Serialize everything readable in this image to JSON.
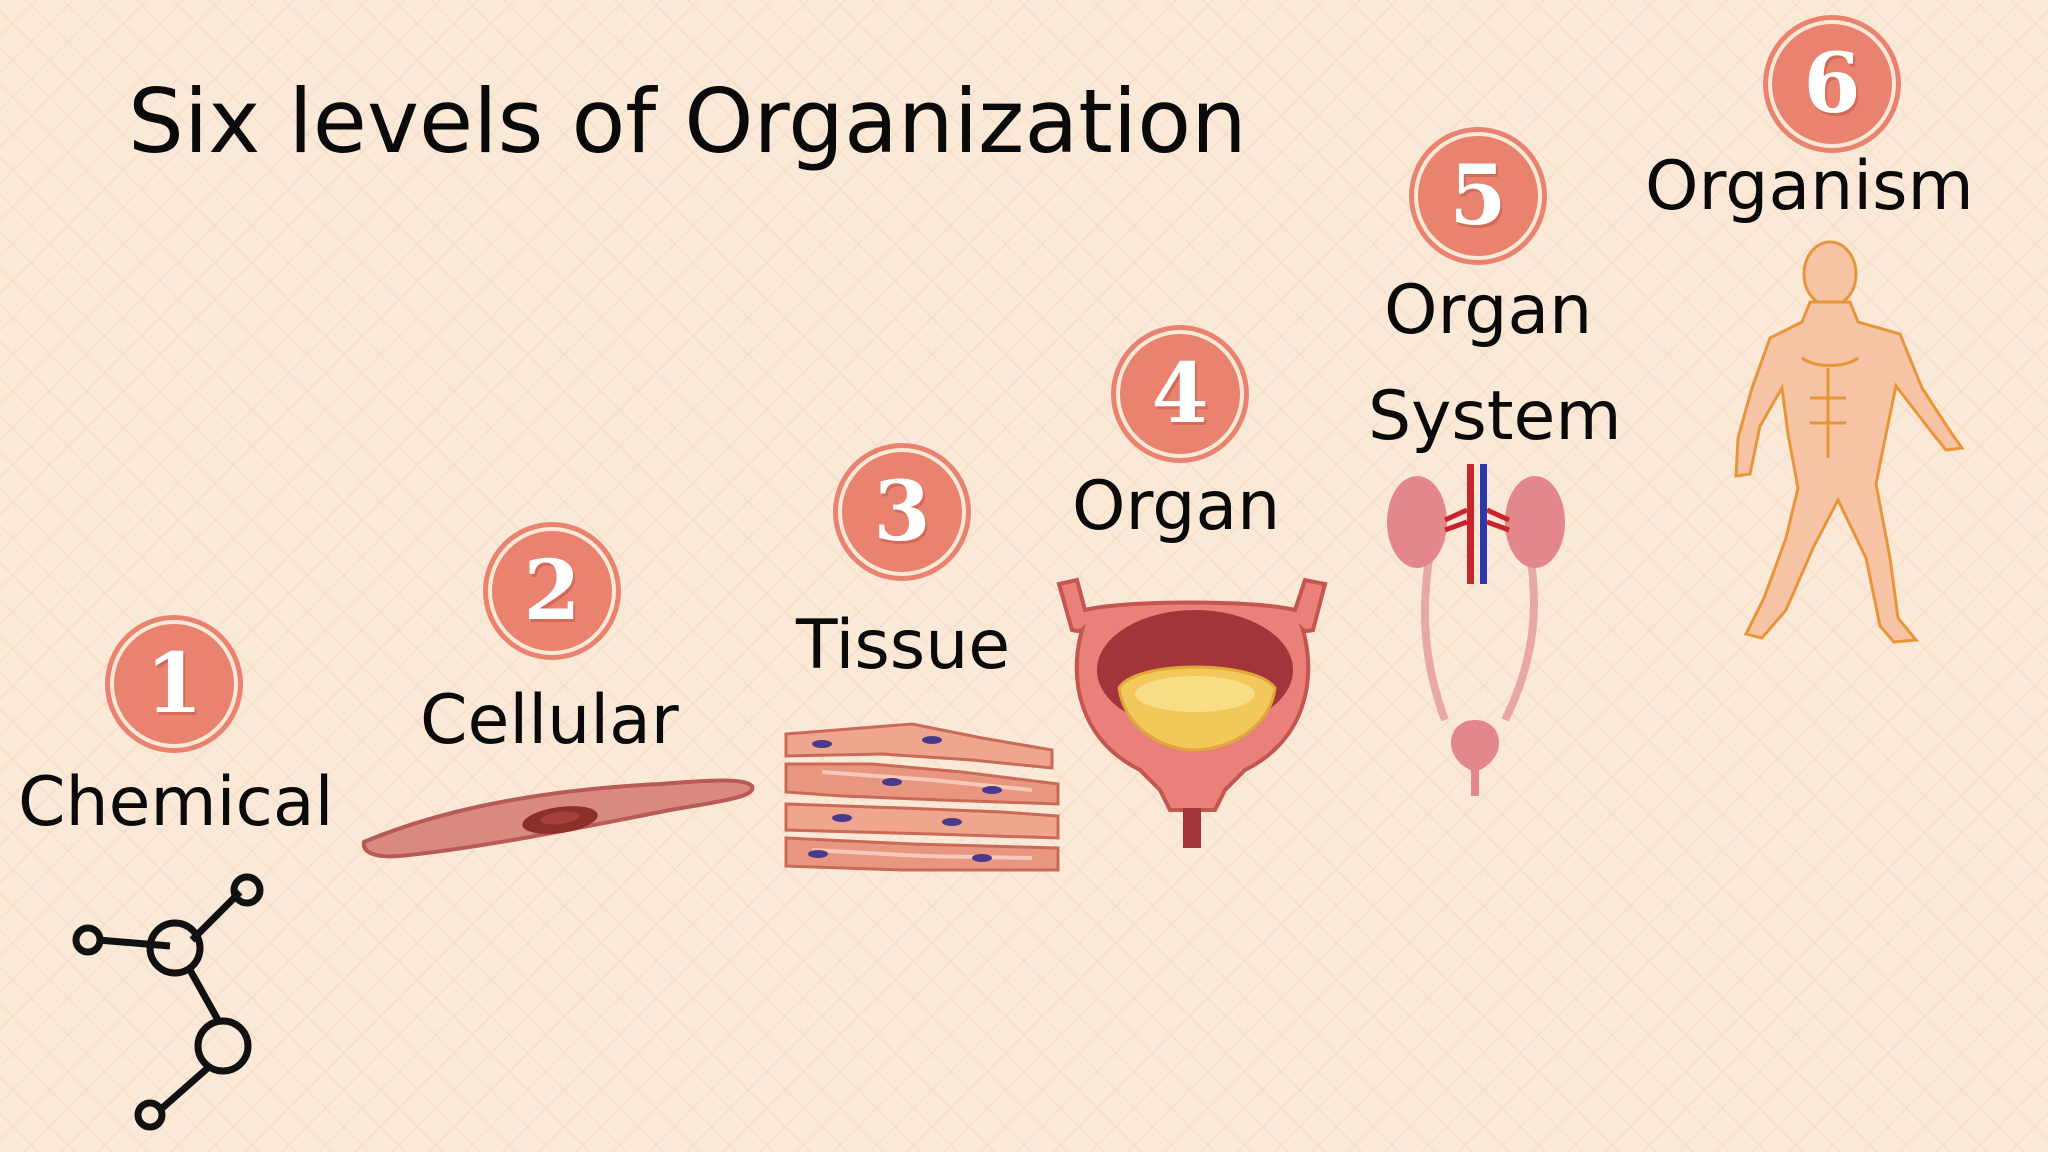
{
  "title": "Six levels of Organization",
  "levels": [
    {
      "number": "1",
      "label": "Chemical"
    },
    {
      "number": "2",
      "label": "Cellular"
    },
    {
      "number": "3",
      "label": "Tissue"
    },
    {
      "number": "4",
      "label": "Organ"
    },
    {
      "number": "5",
      "label_line1": "Organ",
      "label_line2": "System"
    },
    {
      "number": "6",
      "label": "Organism"
    }
  ],
  "icons": [
    "molecule-icon",
    "muscle-cell-icon",
    "tissue-icon",
    "bladder-organ-icon",
    "urinary-system-icon",
    "human-body-icon"
  ],
  "colors": {
    "background": "#fbe9d8",
    "badge": "#e9826f",
    "text": "#0a0a0a"
  }
}
